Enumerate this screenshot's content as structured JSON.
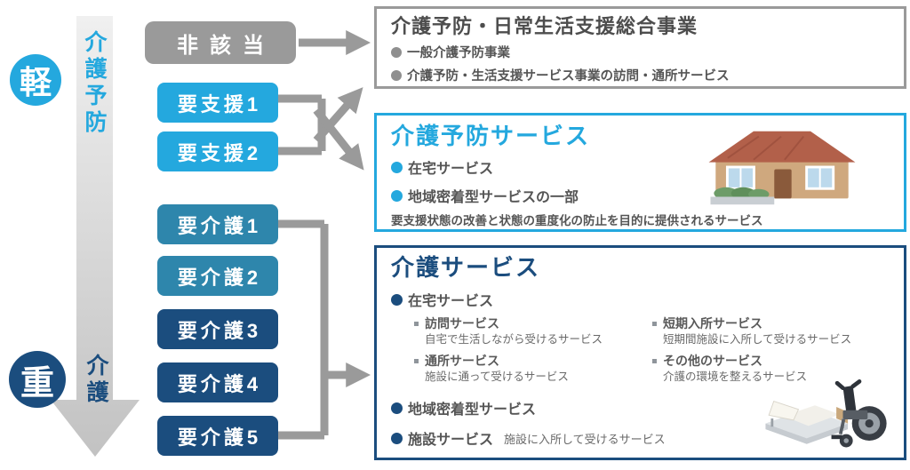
{
  "colors": {
    "light_blue": "#24a8de",
    "teal": "#2e86ac",
    "navy": "#1b4d7e",
    "gray": "#9a9a9a",
    "arrow_gray": "#9a9a9a"
  },
  "axis": {
    "light": "軽",
    "heavy": "重",
    "prevention": "介護予防",
    "care": "介護"
  },
  "levels": {
    "not_applicable": "非該当",
    "support": [
      "要支援1",
      "要支援2"
    ],
    "care": [
      "要介護1",
      "要介護2",
      "要介護3",
      "要介護4",
      "要介護5"
    ]
  },
  "panels": {
    "sogo": {
      "title": "介護予防・日常生活支援総合事業",
      "bullets": [
        "一般介護予防事業",
        "介護予防・生活支援サービス事業の訪問・通所サービス"
      ]
    },
    "yobo": {
      "title": "介護予防サービス",
      "bullets": [
        "在宅サービス",
        "地域密着型サービスの一部"
      ],
      "note": "要支援状態の改善と状態の重度化の防止を目的に提供されるサービス"
    },
    "kaigo": {
      "title": "介護サービス",
      "home_bullet": "在宅サービス",
      "home_items": [
        {
          "name": "訪問サービス",
          "desc": "自宅で生活しながら受けるサービス"
        },
        {
          "name": "通所サービス",
          "desc": "施設に通って受けるサービス"
        },
        {
          "name": "短期入所サービス",
          "desc": "短期間施設に入所して受けるサービス"
        },
        {
          "name": "その他のサービス",
          "desc": "介護の環境を整えるサービス"
        }
      ],
      "community_bullet": "地域密着型サービス",
      "facility_bullet": "施設サービス",
      "facility_desc": "施設に入所して受けるサービス"
    }
  },
  "icons": {
    "severity_arrow": "severity-arrow-icon",
    "house": "house-icon",
    "bed_wheelchair": "bed-wheelchair-icon",
    "bullet_dot": "bullet-dot-icon",
    "square_bullet": "square-bullet-icon"
  }
}
